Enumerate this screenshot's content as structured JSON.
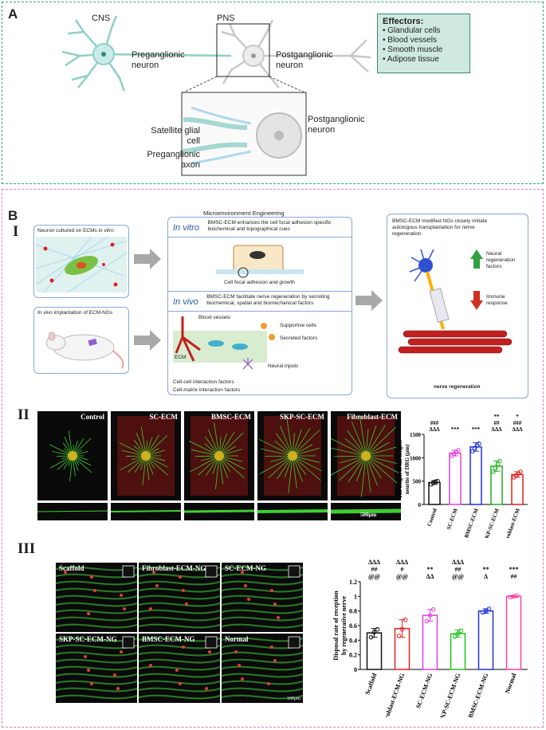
{
  "panel_a": {
    "label": "A",
    "cns": "CNS",
    "pns": "PNS",
    "preganglionic_neuron": [
      "Preganglionic",
      "neuron"
    ],
    "postganglionic_neuron": [
      "Postganglionic",
      "neuron"
    ],
    "effectors_title": "Effectors:",
    "effectors": [
      "Glandular cells",
      "Blood vessels",
      "Smooth muscle",
      "Adipose tissue"
    ],
    "satellite": [
      "Satellite glial",
      "cell"
    ],
    "preganglionic_axon": [
      "Preganglionic",
      "axon"
    ],
    "postganglionic_zoom": [
      "Postganglionic",
      "neuron"
    ]
  },
  "panel_b": {
    "label": "B",
    "section_i": "I",
    "section_ii": "II",
    "section_iii": "III",
    "microenv_title": "Microenvironment Engineering",
    "neuron_cultured_prefix": "Neuron cultured on ECMs ",
    "neuron_cultured_italic": "in vitro",
    "implant_italic": "In vivo",
    "implant_rest": " implantation of ECM-NGs",
    "in_vitro": "In vitro",
    "in_vitro_text": [
      "BMSC-ECM enhances the cell focal adhesion specific",
      "biochemical and topographical cues"
    ],
    "focal_caption": "Cell focal adhesion and growth",
    "in_vivo": "In vivo",
    "in_vivo_text": [
      "BMSC-ECM facilitate nerve regeneration by secreting",
      "biochemical, spatial and biomechanical factors"
    ],
    "blood_vessels": "Blood vessels",
    "supportive": "Supportive cells",
    "secreted": "Secreted factors",
    "ecm": "ECM",
    "neural_inputs": "Neural inputs",
    "cell_cell": "Cell-cell Interaction factors",
    "cell_matrix": "Cell-matrix interaction factors",
    "right_text": [
      "BMSC-ECM modified NGs closely imitate",
      "autologous transplantation for nerve",
      "regeneration"
    ],
    "neural_factors": [
      "Neural",
      "regeneration",
      "factors"
    ],
    "immune": [
      "Immune",
      "response"
    ],
    "nerve_regen": "nerve regeneration",
    "ii_photos": [
      "Control",
      "SC-ECM",
      "BMSC-ECM",
      "SKP-SC-ECM",
      "Fibroblast-ECM"
    ],
    "ii_scale": "500μm",
    "iii_photos": [
      "Scaffold",
      "Fibroblast-ECM-NG",
      "SC-ECM-NG",
      "SKP-SC-ECM-NG",
      "BMSC-ECM-NG",
      "Normal"
    ],
    "iii_scale": "100μm"
  },
  "colors": {
    "panel_a_border": "#3aa37a",
    "panel_b_border": "#e07ad0",
    "effector_fill": "#cfe9e0",
    "box_border": "#8aa8d8"
  },
  "chart_data": [
    {
      "type": "bar",
      "ylabel": "The length of the longest neurite of DRG (μm)",
      "categories": [
        "Control",
        "SC-ECM",
        "BMSC-ECM",
        "SKP-SC-ECM",
        "Fibroblast-ECM"
      ],
      "values": [
        470,
        1100,
        1230,
        820,
        640
      ],
      "errors": [
        40,
        60,
        90,
        110,
        60
      ],
      "points": [
        [
          430,
          460,
          490,
          500
        ],
        [
          1040,
          1080,
          1120,
          1160
        ],
        [
          1140,
          1200,
          1260,
          1300
        ],
        [
          700,
          780,
          860,
          930
        ],
        [
          580,
          620,
          660,
          700
        ]
      ],
      "colors": [
        "#111111",
        "#e040e0",
        "#2030d0",
        "#20b020",
        "#e02020"
      ],
      "yticks": [
        0,
        500,
        1000,
        1500
      ],
      "ylim": [
        0,
        1500
      ],
      "annotations": [
        [
          "###",
          "ΔΔΔ"
        ],
        [
          "***"
        ],
        [
          "***"
        ],
        [
          "**",
          "##",
          "ΔΔΔ"
        ],
        [
          "*",
          "###",
          "ΔΔΔ"
        ]
      ]
    },
    {
      "type": "bar",
      "ylabel": "Disposal rate of reception by regenerative nerve",
      "categories": [
        "Scaffold",
        "Fibroblast-ECM-NG",
        "SC-ECM-NG",
        "SKP-SC-ECM-NG",
        "BMSC-ECM-NG",
        "Normal"
      ],
      "values": [
        0.5,
        0.56,
        0.74,
        0.49,
        0.8,
        1.0
      ],
      "errors": [
        0.06,
        0.12,
        0.08,
        0.05,
        0.03,
        0.01
      ],
      "points": [
        [
          0.44,
          0.51,
          0.55
        ],
        [
          0.46,
          0.55,
          0.68
        ],
        [
          0.66,
          0.74,
          0.82
        ],
        [
          0.45,
          0.49,
          0.53
        ],
        [
          0.78,
          0.8,
          0.83
        ],
        [
          0.99,
          1.0,
          1.01
        ]
      ],
      "colors": [
        "#111111",
        "#e02020",
        "#e040e0",
        "#20c020",
        "#2030d0",
        "#ff40a0"
      ],
      "yticks": [
        0.0,
        0.2,
        0.4,
        0.6,
        0.8,
        1.0,
        1.2
      ],
      "ylim": [
        0,
        1.2
      ],
      "annotations": [
        [
          "ΔΔΔ",
          "##",
          "@@"
        ],
        [
          "ΔΔΔ",
          "#",
          "@@"
        ],
        [
          "**",
          "ΔΔ"
        ],
        [
          "ΔΔΔ",
          "##",
          "@@"
        ],
        [
          "**",
          "Δ"
        ],
        [
          "***",
          "##"
        ]
      ]
    }
  ]
}
